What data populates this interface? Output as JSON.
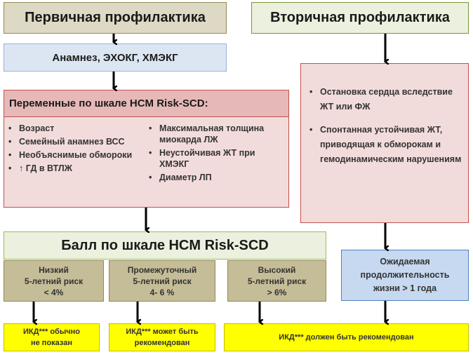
{
  "primary": {
    "title": "Первичная профилактика"
  },
  "secondary": {
    "title": "Вторичная профилактика"
  },
  "anamnesis": {
    "text": "Анамнез,  ЭХОКГ,  ХМЭКГ"
  },
  "variables": {
    "title": "Переменные по шкале  HCM Risk-SCD:",
    "left_items": [
      "Возраст",
      "Семейный анамнез ВСС",
      "Необъяснимые обмороки",
      "↑ ГД в ВТЛЖ"
    ],
    "right_items": [
      "Максимальная толщина миокарда ЛЖ",
      "Неустойчивая ЖТ при ХМЭКГ",
      "Диаметр ЛП"
    ]
  },
  "outcomes": {
    "items": [
      "Остановка сердца вследствие ЖТ или ФЖ",
      "Спонтанная устойчивая ЖТ, приводящая к обморокам и гемодинамическим нарушениям"
    ]
  },
  "score": {
    "title": "Балл по шкале  HCM Risk-SCD"
  },
  "risk": {
    "low": {
      "name": "Низкий",
      "label": "5-летний риск",
      "value": "< 4%"
    },
    "mid": {
      "name": "Промежуточный",
      "label": "5-летний риск",
      "value": "4- 6 %"
    },
    "high": {
      "name": "Высокий",
      "label": "5-летний риск",
      "value": "> 6%"
    }
  },
  "life_expectancy": {
    "line1": "Ожидаемая",
    "line2": "продолжительность",
    "line3": "жизни > 1 года"
  },
  "icd": {
    "low": {
      "line1": "ИКД*** обычно",
      "line2": "не показан"
    },
    "mid": {
      "line1": "ИКД*** может быть",
      "line2": "рекомендован"
    },
    "high": {
      "line1": "ИКД***  должен быть рекомендован"
    }
  },
  "colors": {
    "arrow": "#000000",
    "primary_fill": "#ddd9c4",
    "secondary_fill": "#ebf1de",
    "anamnesis_fill": "#dce6f2",
    "variables_fill": "#f2dcdb",
    "risk_fill": "#c4bd97",
    "life_fill": "#c6d9f1",
    "icd_fill": "#ffff00"
  }
}
